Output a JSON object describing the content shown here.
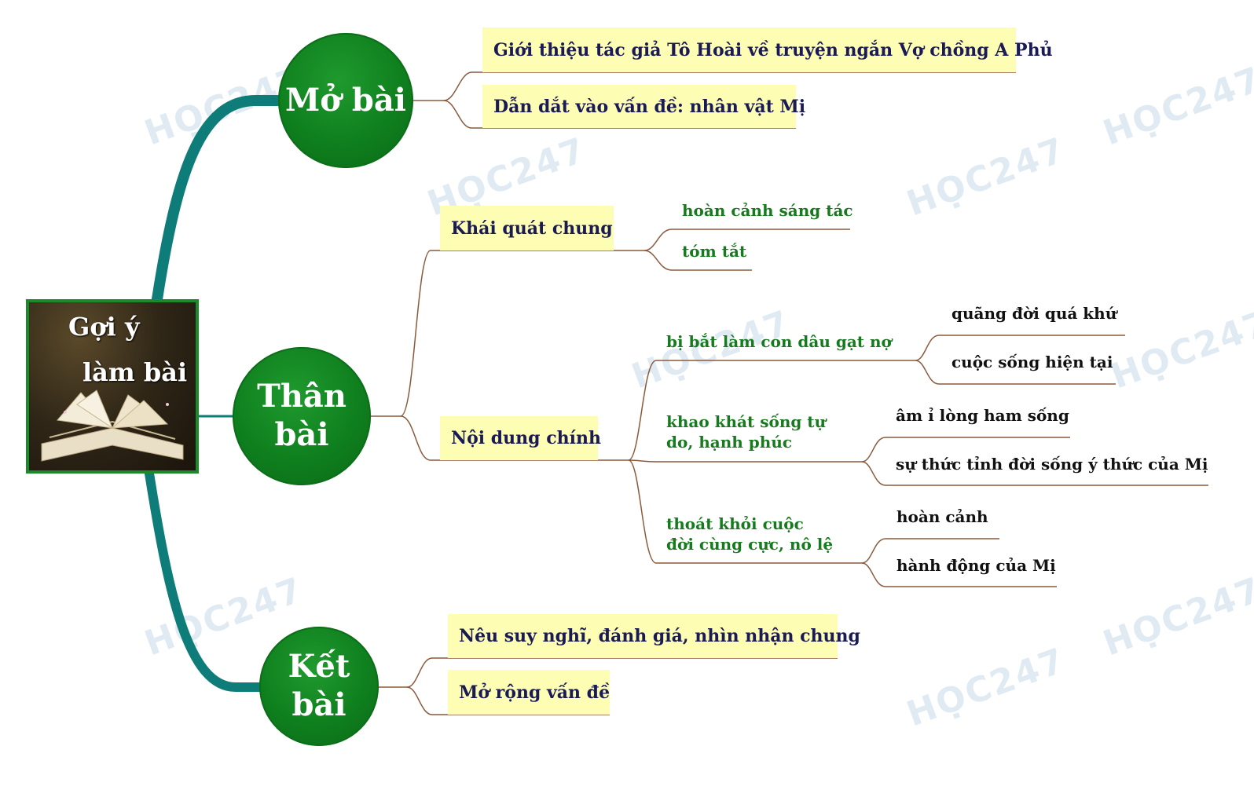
{
  "root": {
    "line1": "Gợi ý",
    "line2": "làm bài"
  },
  "mo_bai": {
    "label_line1": "Mở bài",
    "items": [
      "Giới thiệu tác giả Tô Hoài về truyện ngắn Vợ chồng A Phủ",
      "Dẫn dắt vào vấn đề: nhân vật Mị"
    ]
  },
  "than_bai": {
    "label_line1": "Thân",
    "label_line2": "bài",
    "khai_quat": {
      "label": "Khái quát chung",
      "items": [
        "hoàn cảnh sáng tác",
        "tóm tắt"
      ]
    },
    "noi_dung": {
      "label": "Nội dung chính",
      "branches": [
        {
          "label_line1": "bị bắt làm con dâu gạt nợ",
          "children": [
            "quãng đời quá khứ",
            "cuộc sống hiện tại"
          ]
        },
        {
          "label_line1": "khao khát sống tự",
          "label_line2": "do, hạnh phúc",
          "children": [
            "âm ỉ lòng ham sống",
            "sự thức tỉnh đời sống ý thức của Mị"
          ]
        },
        {
          "label_line1": "thoát khỏi cuộc",
          "label_line2": "đời cùng cực, nô lệ",
          "children": [
            "hoàn cảnh",
            "hành động của Mị"
          ]
        }
      ]
    }
  },
  "ket_bai": {
    "label_line1": "Kết",
    "label_line2": "bài",
    "items": [
      "Nêu suy nghĩ, đánh giá, nhìn nhận chung",
      "Mở rộng vấn đề"
    ]
  },
  "watermark": "HỌC247",
  "colors": {
    "circle": "#0f7f1e",
    "trunk": "#0e7c78",
    "box_fill": "#fdfdb3",
    "box_text": "#1a1a55",
    "green_text": "#177a1e",
    "branch_line": "#8b5a3c"
  }
}
